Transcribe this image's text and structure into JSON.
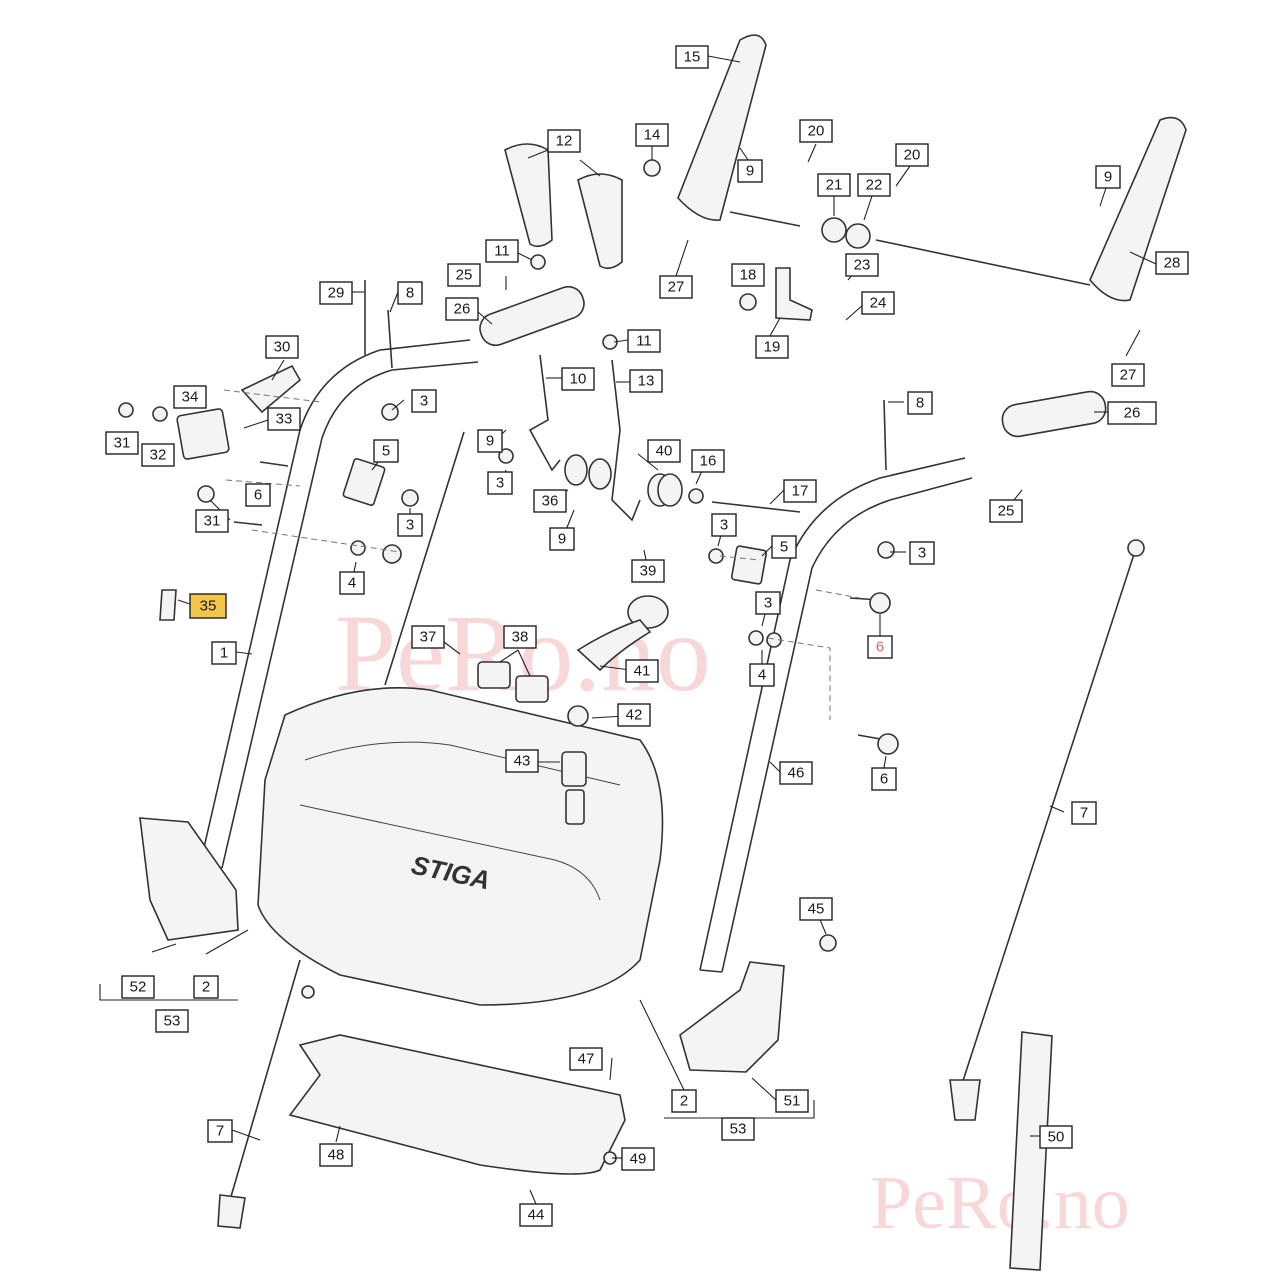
{
  "watermarks": {
    "center": "PeRo.no",
    "corner": "PeRo.no"
  },
  "brand_logo": "STIGA",
  "highlight_color": "#f3c64b",
  "callouts": [
    {
      "id": "c15",
      "label": "15"
    },
    {
      "id": "c14",
      "label": "14"
    },
    {
      "id": "c9a",
      "label": "9"
    },
    {
      "id": "c20a",
      "label": "20"
    },
    {
      "id": "c20b",
      "label": "20"
    },
    {
      "id": "c21",
      "label": "21"
    },
    {
      "id": "c22",
      "label": "22"
    },
    {
      "id": "c9b",
      "label": "9"
    },
    {
      "id": "c28",
      "label": "28"
    },
    {
      "id": "c12",
      "label": "12"
    },
    {
      "id": "c11a",
      "label": "11"
    },
    {
      "id": "c27a",
      "label": "27"
    },
    {
      "id": "c23",
      "label": "23"
    },
    {
      "id": "c18",
      "label": "18"
    },
    {
      "id": "c24",
      "label": "24"
    },
    {
      "id": "c19",
      "label": "19"
    },
    {
      "id": "c25a",
      "label": "25"
    },
    {
      "id": "c29",
      "label": "29"
    },
    {
      "id": "c8a",
      "label": "8"
    },
    {
      "id": "c26a",
      "label": "26"
    },
    {
      "id": "c11b",
      "label": "11"
    },
    {
      "id": "c27b",
      "label": "27"
    },
    {
      "id": "c30",
      "label": "30"
    },
    {
      "id": "c10",
      "label": "10"
    },
    {
      "id": "c13",
      "label": "13"
    },
    {
      "id": "c34",
      "label": "34"
    },
    {
      "id": "c3a",
      "label": "3"
    },
    {
      "id": "c8b",
      "label": "8"
    },
    {
      "id": "c26b",
      "label": "26"
    },
    {
      "id": "c31a",
      "label": "31"
    },
    {
      "id": "c32",
      "label": "32"
    },
    {
      "id": "c33",
      "label": "33"
    },
    {
      "id": "c9c",
      "label": "9"
    },
    {
      "id": "c5a",
      "label": "5"
    },
    {
      "id": "c40",
      "label": "40"
    },
    {
      "id": "c16",
      "label": "16"
    },
    {
      "id": "c3b",
      "label": "3"
    },
    {
      "id": "c6a",
      "label": "6"
    },
    {
      "id": "c36",
      "label": "36"
    },
    {
      "id": "c17",
      "label": "17"
    },
    {
      "id": "c25b",
      "label": "25"
    },
    {
      "id": "c31b",
      "label": "31"
    },
    {
      "id": "c3c",
      "label": "3"
    },
    {
      "id": "c9d",
      "label": "9"
    },
    {
      "id": "c3d",
      "label": "3"
    },
    {
      "id": "c5b",
      "label": "5"
    },
    {
      "id": "c3e",
      "label": "3"
    },
    {
      "id": "c39",
      "label": "39"
    },
    {
      "id": "c4a",
      "label": "4"
    },
    {
      "id": "c35",
      "label": "35",
      "highlight": true
    },
    {
      "id": "c3f",
      "label": "3"
    },
    {
      "id": "c37",
      "label": "37"
    },
    {
      "id": "c38",
      "label": "38"
    },
    {
      "id": "c6b",
      "label": "6",
      "pink": true
    },
    {
      "id": "c1",
      "label": "1"
    },
    {
      "id": "c41",
      "label": "41"
    },
    {
      "id": "c4b",
      "label": "4"
    },
    {
      "id": "c42",
      "label": "42"
    },
    {
      "id": "c43",
      "label": "43"
    },
    {
      "id": "c46",
      "label": "46"
    },
    {
      "id": "c6c",
      "label": "6"
    },
    {
      "id": "c7a",
      "label": "7"
    },
    {
      "id": "c45",
      "label": "45"
    },
    {
      "id": "c52",
      "label": "52"
    },
    {
      "id": "c2a",
      "label": "2"
    },
    {
      "id": "c53a",
      "label": "53"
    },
    {
      "id": "c47",
      "label": "47"
    },
    {
      "id": "c51",
      "label": "51"
    },
    {
      "id": "c2b",
      "label": "2"
    },
    {
      "id": "c53b",
      "label": "53"
    },
    {
      "id": "c7b",
      "label": "7"
    },
    {
      "id": "c48",
      "label": "48"
    },
    {
      "id": "c49",
      "label": "49"
    },
    {
      "id": "c50",
      "label": "50"
    },
    {
      "id": "c44",
      "label": "44"
    }
  ]
}
